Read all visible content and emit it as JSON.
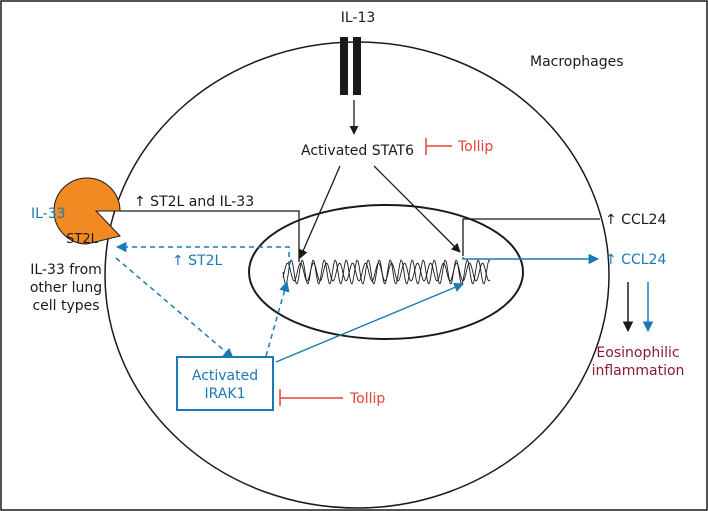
{
  "labels": {
    "il13": "IL-13",
    "macrophages": "Macrophages",
    "activated_stat6": "Activated STAT6",
    "tollip_top": "Tollip",
    "il33": "IL-33",
    "st2l": "ST2L",
    "st2l_il33_up": "↑ ST2L and IL-33",
    "st2l_up": "↑ ST2L",
    "ccl24_up_black": "↑ CCL24",
    "ccl24_up_blue": "↑ CCL24",
    "il33_from_other": [
      "IL-33 from",
      "other lung",
      "cell types"
    ],
    "activated_irak1": [
      "Activated",
      "IRAK1"
    ],
    "tollip_bottom": "Tollip",
    "eosinophilic": [
      "Eosinophilic",
      "inflammation"
    ]
  },
  "colors": {
    "black": "#1a1a1a",
    "blue": "#1a7ab5",
    "red": "#e8423a",
    "orange": "#f28a24",
    "darkred": "#8b1a2e"
  }
}
